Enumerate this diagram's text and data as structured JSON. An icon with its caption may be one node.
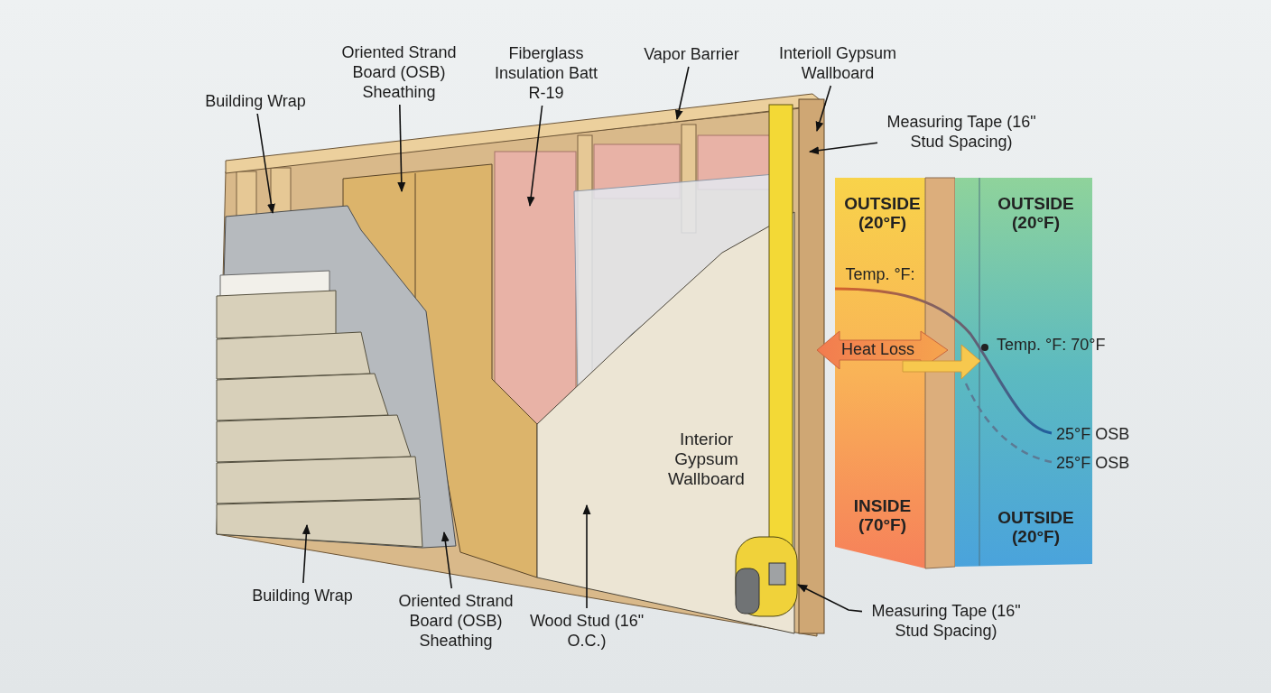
{
  "diagram": {
    "nodes": [
      {
        "text": [
          "Building Wrap"
        ]
      },
      {
        "text": [
          "Oriented Strand Board (OSB) Sheathing"
        ]
      },
      {
        "text": [
          "Fiberglass Insulation Batt R-19"
        ]
      },
      {
        "text": [
          "Vapor Barrier"
        ]
      },
      {
        "text": [
          "Interioll Gypsum Wallboard"
        ]
      },
      {
        "text": [
          "Measuring Tape (16\" Stud Spacing)"
        ]
      },
      {
        "text": [
          "Building Wrap"
        ]
      },
      {
        "text": [
          "Oriented Strand Board (OSB) Sheathing"
        ]
      },
      {
        "text": [
          "Wood Stud (16\" O.C.)"
        ]
      },
      {
        "text": [
          "Measuring Tape (16\" Stud Spacing)"
        ]
      }
    ],
    "edges": [
      {
        "from": 0,
        "to": null,
        "arrow": "to"
      },
      {
        "from": 1,
        "to": null,
        "arrow": "to"
      },
      {
        "from": 2,
        "to": null,
        "arrow": "to"
      },
      {
        "from": 3,
        "to": null,
        "arrow": "to"
      },
      {
        "from": 4,
        "to": null,
        "arrow": "to"
      },
      {
        "from": 5,
        "to": null,
        "arrow": "to"
      },
      {
        "from": 6,
        "to": null,
        "arrow": "to"
      },
      {
        "from": 7,
        "to": null,
        "arrow": "to"
      },
      {
        "from": 8,
        "to": null,
        "arrow": "to"
      },
      {
        "from": 9,
        "to": null,
        "arrow": "to"
      }
    ],
    "labels": [
      "OUTSIDE (20°F)",
      "OUTSIDE (20°F)",
      "Temp. °F:",
      "Heat Loss",
      "Temp. °F: 70°F",
      "25°F OSB",
      "25°F OSB",
      "Interior Gypsum Wallboard",
      "INSIDE (70°F)",
      "OUTSIDE (20°F)"
    ]
  }
}
